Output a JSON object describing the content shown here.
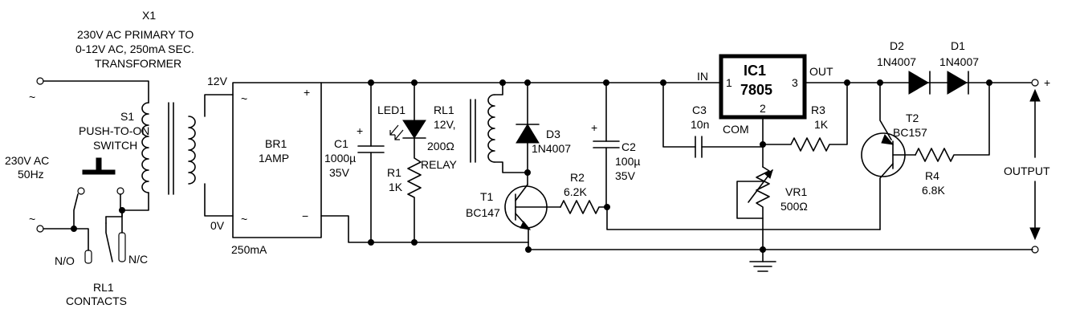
{
  "transformer": {
    "ref": "X1",
    "desc_line1": "230V AC PRIMARY TO",
    "desc_line2": "0-12V AC, 250mA SEC.",
    "desc_line3": "TRANSFORMER",
    "tap_12v": "12V",
    "tap_0v": "0V",
    "current": "250mA"
  },
  "mains": {
    "line1": "230V AC",
    "line2": "50Hz",
    "ac_symbol": "~"
  },
  "switch": {
    "ref": "S1",
    "line1": "PUSH-TO-ON",
    "line2": "SWITCH"
  },
  "relay_contacts": {
    "line1": "RL1",
    "line2": "CONTACTS",
    "no": "N/O",
    "nc": "N/C"
  },
  "bridge": {
    "ref": "BR1",
    "rating": "1AMP",
    "ac_symbol": "~",
    "plus": "+",
    "minus": "−"
  },
  "c1": {
    "ref": "C1",
    "value": "1000µ",
    "voltage": "35V",
    "polarity": "+"
  },
  "led1": {
    "ref": "LED1"
  },
  "r1": {
    "ref": "R1",
    "value": "1K"
  },
  "relay": {
    "ref": "RL1",
    "line1": "12V,",
    "line2": "200Ω",
    "line3": "RELAY"
  },
  "d3": {
    "ref": "D3",
    "part": "1N4007"
  },
  "t1": {
    "ref": "T1",
    "part": "BC147"
  },
  "r2": {
    "ref": "R2",
    "value": "6.2K"
  },
  "c2": {
    "ref": "C2",
    "value": "100µ",
    "voltage": "35V",
    "polarity": "+"
  },
  "c3": {
    "ref": "C3",
    "value": "10n"
  },
  "ic1": {
    "ref": "IC1",
    "part": "7805",
    "pin_in": "IN",
    "pin_out": "OUT",
    "pin_com": "COM",
    "pin1": "1",
    "pin2": "2",
    "pin3": "3"
  },
  "r3": {
    "ref": "R3",
    "value": "1K"
  },
  "vr1": {
    "ref": "VR1",
    "value": "500Ω"
  },
  "d2": {
    "ref": "D2",
    "part": "1N4007"
  },
  "d1": {
    "ref": "D1",
    "part": "1N4007"
  },
  "t2": {
    "ref": "T2",
    "part": "BC157"
  },
  "r4": {
    "ref": "R4",
    "value": "6.8K"
  },
  "output": {
    "label": "OUTPUT",
    "plus": "+"
  }
}
